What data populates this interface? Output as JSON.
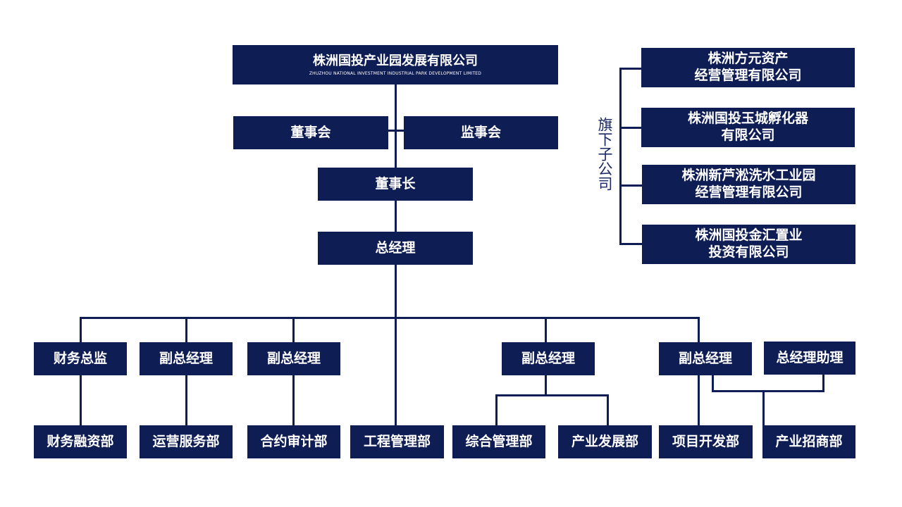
{
  "top": {
    "name": "株洲国投产业园发展有限公司",
    "name_en": "ZHUZHOU NATIONAL INVESTMENT INDUSTRIAL PARK DEVELOPMENT LIMITED"
  },
  "boards": {
    "board": "董事会",
    "supervisors": "监事会"
  },
  "chairman": "董事长",
  "gm": "总经理",
  "subsidiaries": {
    "label": "旗下子公司",
    "items": [
      {
        "line1": "株洲方元资产",
        "line2": "经营管理有限公司"
      },
      {
        "line1": "株洲国投玉城孵化器",
        "line2": "有限公司"
      },
      {
        "line1": "株洲新芦淞洗水工业园",
        "line2": "经营管理有限公司"
      },
      {
        "line1": "株洲国投金汇置业",
        "line2": "投资有限公司"
      }
    ]
  },
  "managers": {
    "cfo": "财务总监",
    "vp1": "副总经理",
    "vp2": "副总经理",
    "vp3": "副总经理",
    "vp4": "副总经理",
    "assistant": "总经理助理"
  },
  "departments": {
    "finance": "财务融资部",
    "operations": "运营服务部",
    "contract": "合约审计部",
    "engineering": "工程管理部",
    "general": "综合管理部",
    "industry_dev": "产业发展部",
    "project_dev": "项目开发部",
    "investment": "产业招商部"
  }
}
